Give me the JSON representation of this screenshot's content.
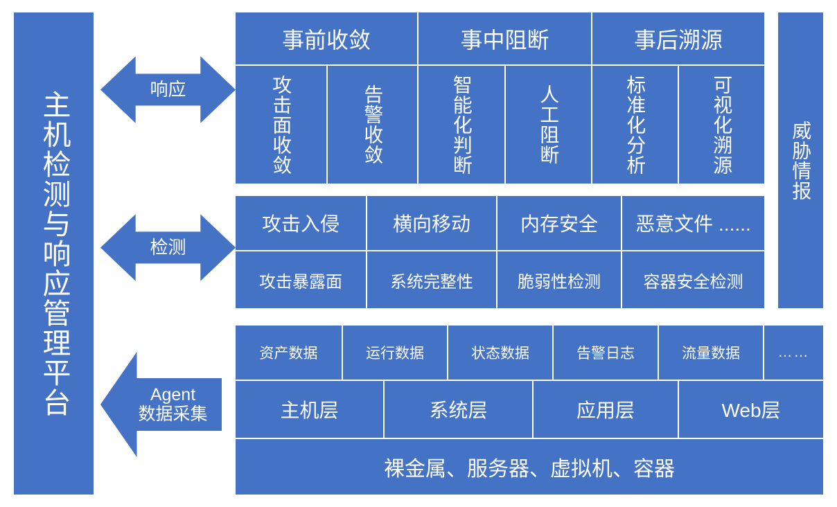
{
  "platform": {
    "label": "主机检测与响应管理平台"
  },
  "arrows": {
    "response": {
      "label": "响应",
      "type": "double-arrow"
    },
    "detection": {
      "label": "检测",
      "type": "double-arrow"
    },
    "agent": {
      "line1": "Agent",
      "line2": "数据采集",
      "type": "left-arrow"
    }
  },
  "threat_intel": {
    "label": "威胁情报"
  },
  "response_layer": {
    "phases": [
      {
        "title": "事前收敛",
        "items": [
          "攻击面收敛",
          "告警收敛"
        ]
      },
      {
        "title": "事中阻断",
        "items": [
          "智能化判断",
          "人工阻断"
        ]
      },
      {
        "title": "事后溯源",
        "items": [
          "标准化分析",
          "可视化溯源"
        ]
      }
    ]
  },
  "detection_layer": {
    "top": [
      "攻击入侵",
      "横向移动",
      "内存安全",
      "恶意文件 ......"
    ],
    "bottom": [
      "攻击暴露面",
      "系统完整性",
      "脆弱性检测",
      "容器安全检测"
    ]
  },
  "data_layer": {
    "data_types": [
      "资产数据",
      "运行数据",
      "状态数据",
      "告警日志",
      "流量数据",
      "……"
    ],
    "layers": [
      "主机层",
      "系统层",
      "应用层",
      "Web层"
    ],
    "infrastructure": "裸金属、服务器、虚拟机、容器"
  },
  "colors": {
    "primary": "#4472C4",
    "background": "#FFFFFF",
    "text": "#FFFFFF"
  }
}
